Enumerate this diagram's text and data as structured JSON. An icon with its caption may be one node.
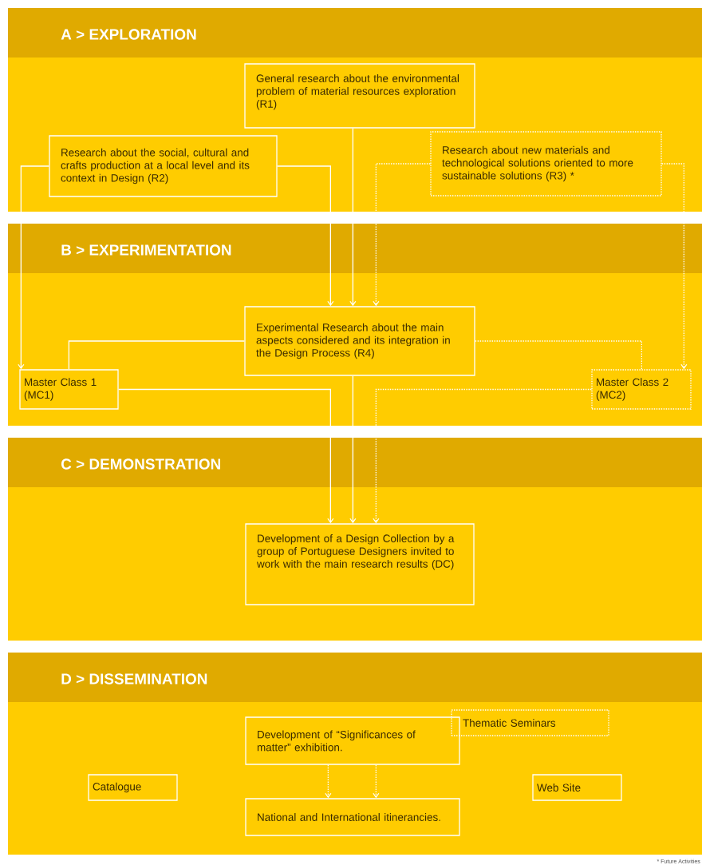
{
  "diagram": {
    "nodes": [
      {
        "text": [
          "A > EXPLORATION"
        ]
      },
      {
        "text": [
          "General research about the environmental problem of material resources exploration (R1)"
        ],
        "in": 0
      },
      {
        "text": [
          "Research about the social, cultural and crafts production at a local level and its context in Design (R2)"
        ],
        "in": 0
      },
      {
        "text": [
          "Research about new materials and technological solutions oriented to more sustainable solutions (R3) *"
        ],
        "in": 0
      },
      {
        "text": [
          "B > EXPERIMENTATION"
        ]
      },
      {
        "text": [
          "Experimental Research about the main aspects considered and its integration in the Design Process (R4)"
        ],
        "in": 4
      },
      {
        "text": [
          "Master Class 1 (MC1)"
        ],
        "in": 4
      },
      {
        "text": [
          "Master Class 2 (MC2)"
        ],
        "in": 4
      },
      {
        "text": [
          "C > DEMONSTRATION"
        ]
      },
      {
        "text": [
          "Development of a Design Collection by a group of Portuguese Designers invited to work with the main research results (DC)"
        ],
        "in": 8
      },
      {
        "text": [
          "D > DISSEMINATION"
        ]
      },
      {
        "text": [
          "Development of “Significances of matter” exhibition."
        ],
        "in": 10
      },
      {
        "text": [
          "Thematic Seminars"
        ],
        "in": 10
      },
      {
        "text": [
          "Catalogue"
        ],
        "in": 10
      },
      {
        "text": [
          "Web Site"
        ],
        "in": 10
      },
      {
        "text": [
          "National and International itinerancies."
        ],
        "in": 10
      }
    ],
    "edges": [
      {
        "from": 2,
        "to": 6,
        "arrow": "to"
      },
      {
        "from": 2,
        "to": 5,
        "arrow": "to"
      },
      {
        "from": 1,
        "to": 5,
        "arrow": "to"
      },
      {
        "from": 3,
        "to": 5,
        "arrow": "to",
        "style": "dashed"
      },
      {
        "from": 3,
        "to": 7,
        "arrow": "to",
        "style": "dashed"
      },
      {
        "from": 5,
        "to": 6,
        "arrow": "none"
      },
      {
        "from": 5,
        "to": 7,
        "arrow": "none",
        "style": "dashed"
      },
      {
        "from": 6,
        "to": 9,
        "arrow": "to"
      },
      {
        "from": 5,
        "to": 9,
        "arrow": "to"
      },
      {
        "from": 7,
        "to": 9,
        "arrow": "to",
        "style": "dashed"
      },
      {
        "from": 11,
        "to": 15,
        "arrow": "to",
        "style": "dashed"
      },
      {
        "from": 11,
        "to": 15,
        "arrow": "to",
        "style": "dashed"
      }
    ],
    "labels": [
      "* Future Activities"
    ]
  }
}
